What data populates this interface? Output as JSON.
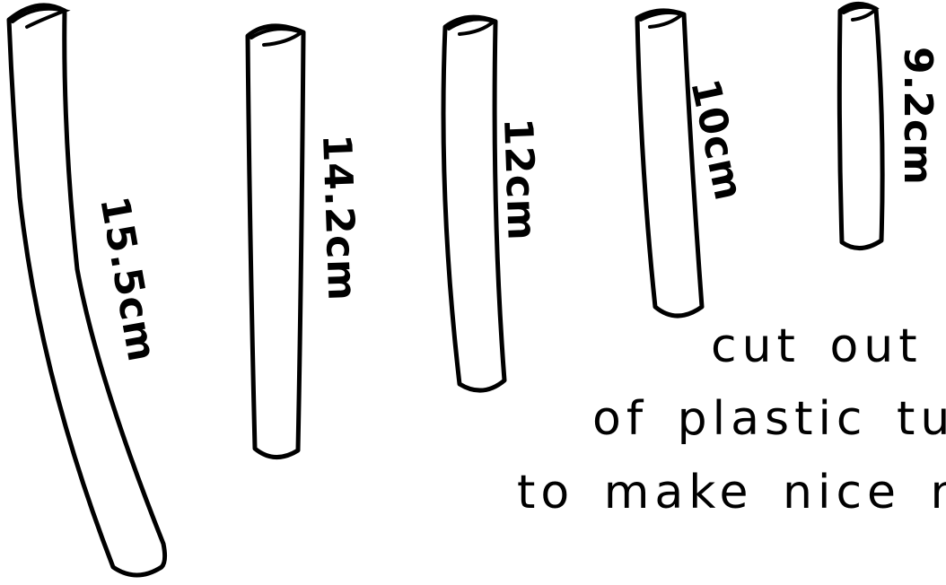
{
  "tubes": [
    {
      "length_label": "15.5cm",
      "length_cm": 15.5
    },
    {
      "length_label": "14.2cm",
      "length_cm": 14.2
    },
    {
      "length_label": "12cm",
      "length_cm": 12
    },
    {
      "length_label": "10cm",
      "length_cm": 10
    },
    {
      "length_label": "9.2cm",
      "length_cm": 9.2
    }
  ],
  "caption": {
    "line1": "cut out",
    "line2": "of plastic tu",
    "line3": "to make nice ne"
  },
  "colors": {
    "ink": "#000000",
    "background": "#ffffff"
  }
}
